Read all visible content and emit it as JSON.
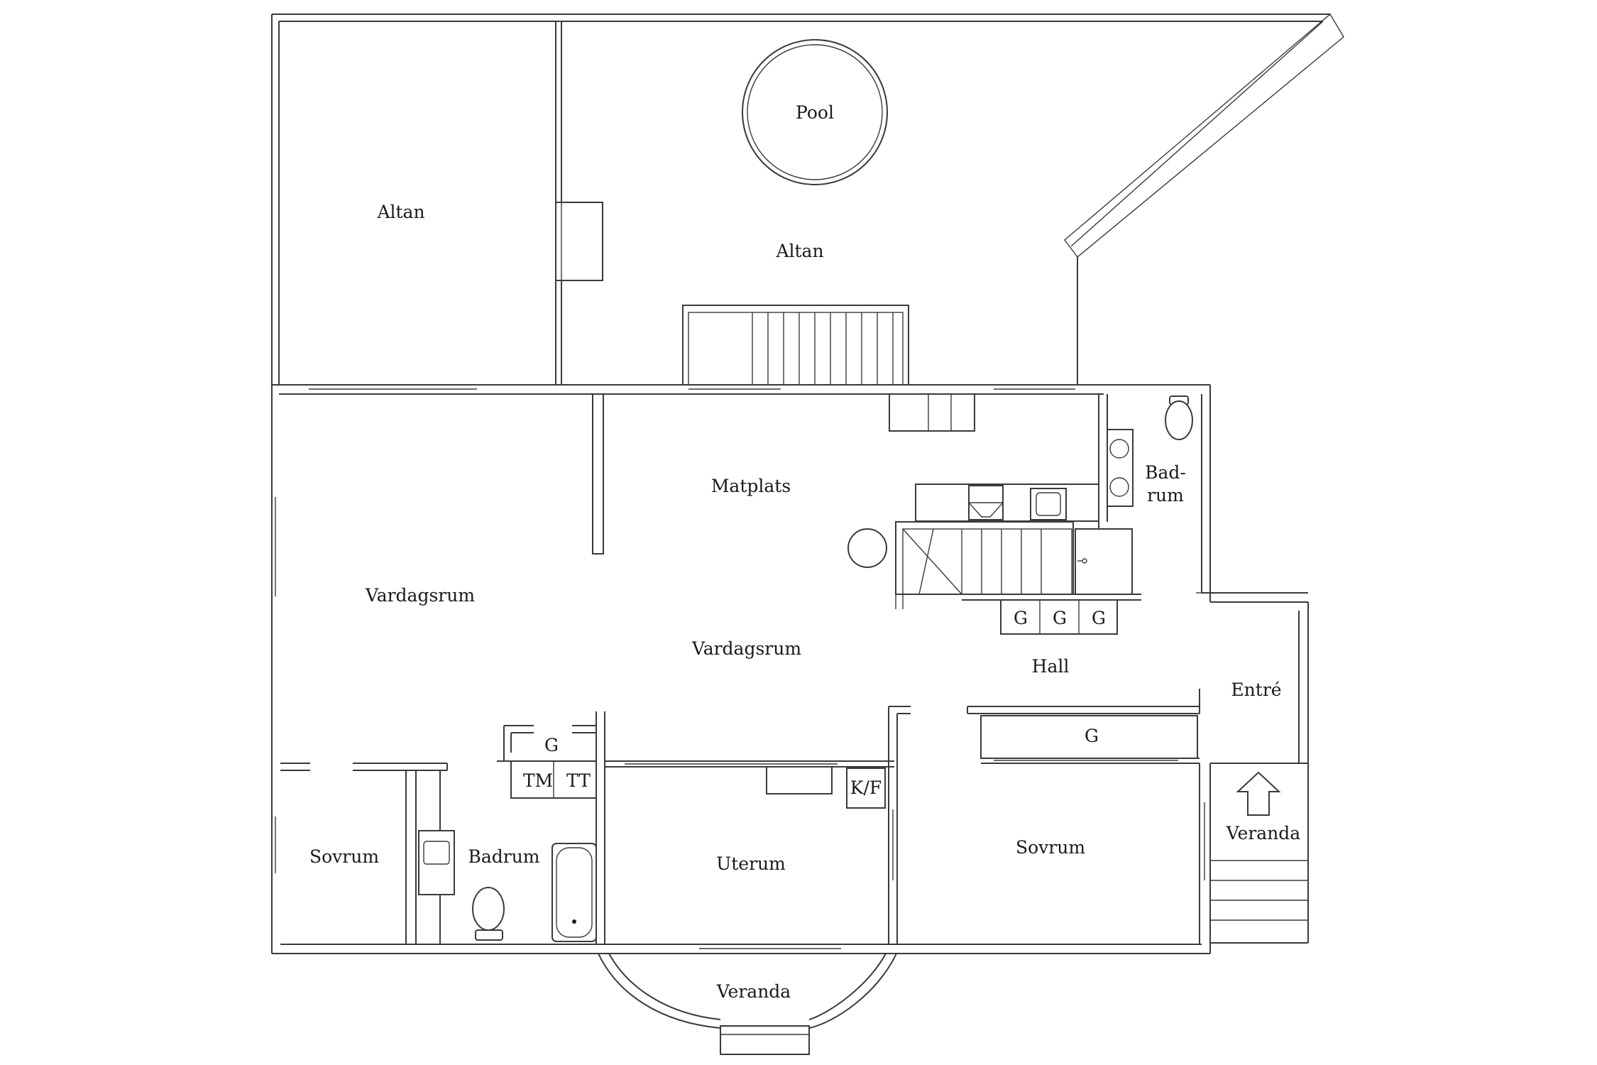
{
  "rooms": {
    "altan_left": "Altan",
    "pool": "Pool",
    "altan_right": "Altan",
    "matplats": "Matplats",
    "badrum_small_1": "Bad-",
    "badrum_small_2": "rum",
    "vardagsrum_left": "Vardagsrum",
    "vardagsrum_center": "Vardagsrum",
    "hall": "Hall",
    "entre": "Entré",
    "sovrum_left": "Sovrum",
    "badrum": "Badrum",
    "uterum": "Uterum",
    "sovrum_right": "Sovrum",
    "veranda_bottom": "Veranda",
    "veranda_right": "Veranda"
  },
  "fixtures": {
    "g_1": "G",
    "g_2": "G",
    "g_3": "G",
    "g_hall": "G",
    "g_laundry": "G",
    "tm": "TM",
    "tt": "TT",
    "kf": "K/F"
  }
}
